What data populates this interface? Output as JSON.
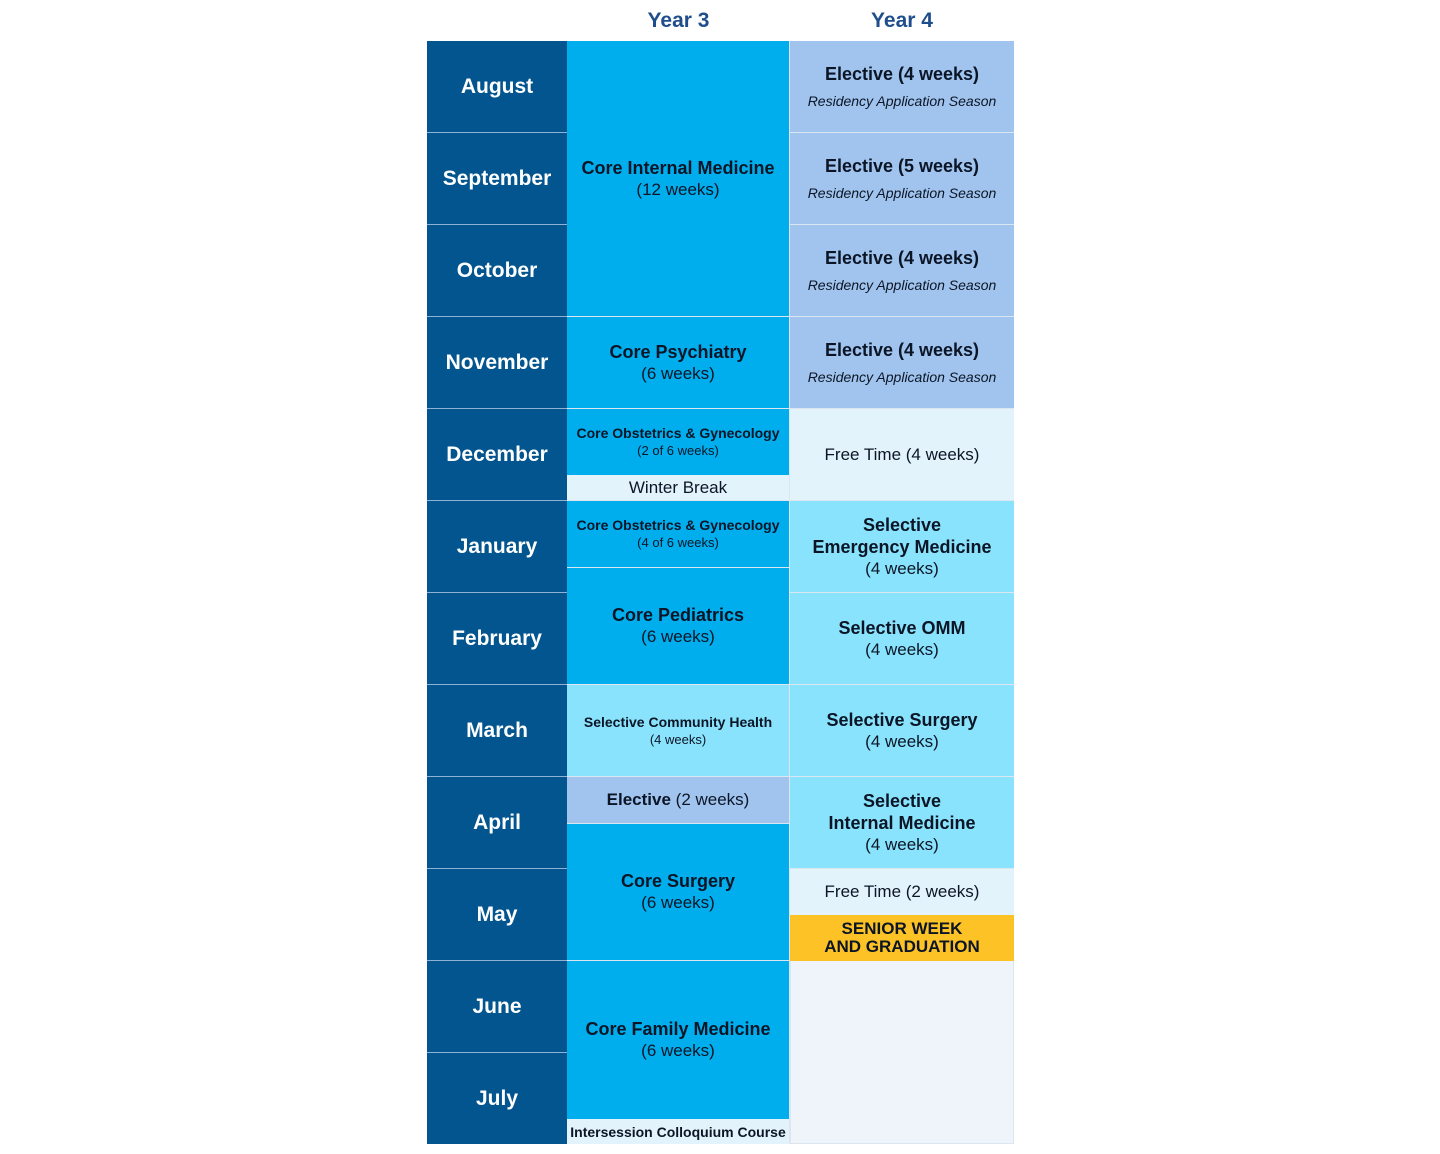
{
  "headers": {
    "year3": "Year 3",
    "year4": "Year 4"
  },
  "months": [
    "August",
    "September",
    "October",
    "November",
    "December",
    "January",
    "February",
    "March",
    "April",
    "May",
    "June",
    "July"
  ],
  "year3": {
    "internal_medicine": {
      "title": "Core Internal Medicine",
      "duration": "(12 weeks)"
    },
    "psychiatry": {
      "title": "Core Psychiatry",
      "duration": "(6 weeks)"
    },
    "obgyn_1": {
      "title": "Core Obstetrics & Gynecology",
      "duration": "(2 of 6 weeks)"
    },
    "winter_break": {
      "title": "Winter Break"
    },
    "obgyn_2": {
      "title": "Core Obstetrics & Gynecology",
      "duration": "(4 of 6 weeks)"
    },
    "pediatrics": {
      "title": "Core Pediatrics",
      "duration": "(6 weeks)"
    },
    "community_health": {
      "title": "Selective Community Health",
      "duration": "(4 weeks)"
    },
    "elective": {
      "title": "Elective",
      "duration": "(2 weeks)"
    },
    "surgery": {
      "title": "Core Surgery",
      "duration": "(6 weeks)"
    },
    "family_medicine": {
      "title": "Core Family Medicine",
      "duration": "(6 weeks)"
    },
    "colloquium": {
      "title": "Intersession Colloquium Course"
    }
  },
  "year4": {
    "elective_aug": {
      "title": "Elective (4 weeks)",
      "note": "Residency Application Season"
    },
    "elective_sep": {
      "title": "Elective (5 weeks)",
      "note": "Residency Application Season"
    },
    "elective_oct": {
      "title": "Elective (4 weeks)",
      "note": "Residency Application Season"
    },
    "elective_nov": {
      "title": "Elective (4 weeks)",
      "note": "Residency Application Season"
    },
    "free_dec": {
      "title": "Free Time (4 weeks)"
    },
    "em": {
      "line1": "Selective",
      "line2": "Emergency Medicine",
      "duration": "(4 weeks)"
    },
    "omm": {
      "title": "Selective OMM",
      "duration": "(4 weeks)"
    },
    "surgery": {
      "title": "Selective Surgery",
      "duration": "(4 weeks)"
    },
    "im": {
      "line1": "Selective",
      "line2": "Internal Medicine",
      "duration": "(4 weeks)"
    },
    "free_may": {
      "title": "Free Time (2 weeks)"
    },
    "graduation": {
      "line1": "SENIOR WEEK",
      "line2": "AND GRADUATION"
    }
  },
  "colors": {
    "month": "#03558f",
    "core": "#00aeee",
    "selective": "#8ae3fc",
    "elective": "#a1c4ee",
    "free": "#e3f3fc",
    "graduation": "#fdc225",
    "header": "#1f4e8c"
  }
}
